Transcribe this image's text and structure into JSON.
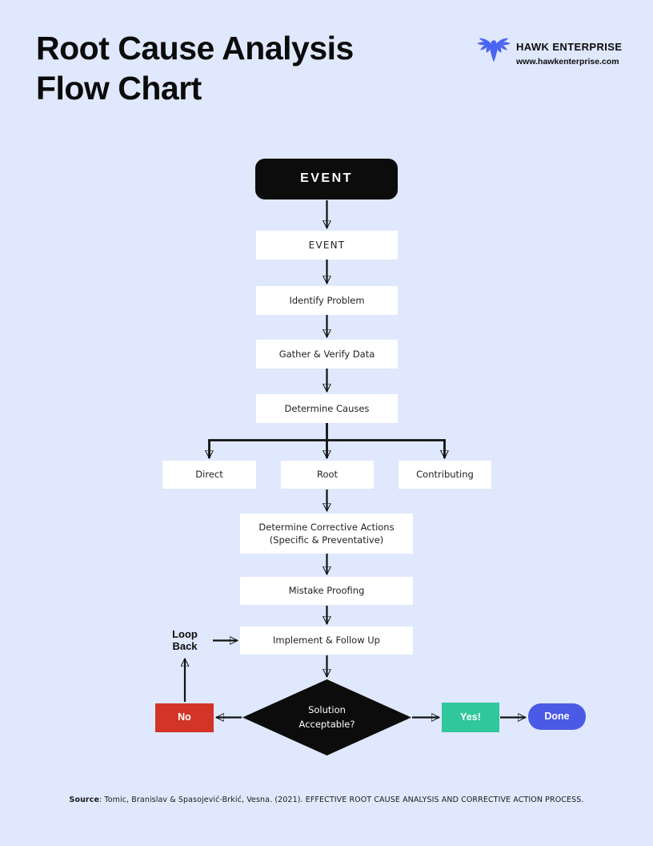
{
  "header": {
    "title": "Root Cause Analysis\nFlow Chart",
    "brand": {
      "name": "HAWK ENTERPRISE",
      "website": "www.hawkenterprise.com",
      "logo_icon": "hawk-icon",
      "logo_color": "#4b64f2"
    }
  },
  "colors": {
    "background": "#dfe8fc",
    "node_fill": "#ffffff",
    "node_dark_fill": "#0c0c0c",
    "no_fill": "#d23527",
    "yes_fill": "#2fc79b",
    "done_fill": "#4b5ae5",
    "connector": "#111111"
  },
  "flowchart": {
    "start": {
      "label": "EVENT"
    },
    "event": {
      "label": "EVENT"
    },
    "identify_problem": {
      "label": "Identify Problem"
    },
    "gather_verify": {
      "label": "Gather & Verify Data"
    },
    "determine_causes": {
      "label": "Determine Causes"
    },
    "direct": {
      "label": "Direct"
    },
    "root": {
      "label": "Root"
    },
    "contributing": {
      "label": "Contributing"
    },
    "corrective_actions": {
      "label": "Determine Corrective Actions\n(Specific & Preventative)"
    },
    "mistake_proofing": {
      "label": "Mistake Proofing"
    },
    "implement_follow_up": {
      "label": "Implement & Follow Up"
    },
    "decision": {
      "label": "Solution\nAcceptable?"
    },
    "no": {
      "label": "No",
      "color": "#d23527"
    },
    "yes": {
      "label": "Yes!",
      "color": "#2fc79b"
    },
    "done": {
      "label": "Done",
      "color": "#4b5ae5"
    },
    "loop_back": {
      "label": "Loop\nBack"
    },
    "edges": [
      "start -> event",
      "event -> identify_problem",
      "identify_problem -> gather_verify",
      "gather_verify -> determine_causes",
      "determine_causes -> direct",
      "determine_causes -> root",
      "determine_causes -> contributing",
      "root -> corrective_actions",
      "corrective_actions -> mistake_proofing",
      "mistake_proofing -> implement_follow_up",
      "implement_follow_up -> decision",
      "decision -> no",
      "no -> loop_back",
      "loop_back -> implement_follow_up",
      "decision -> yes",
      "yes -> done"
    ]
  },
  "footer": {
    "source_label": "Source",
    "source_text": ": Tomic, Branislav & Spasojević-Brkić, Vesna. (2021). EFFECTIVE ROOT CAUSE ANALYSIS AND CORRECTIVE ACTION PROCESS."
  }
}
